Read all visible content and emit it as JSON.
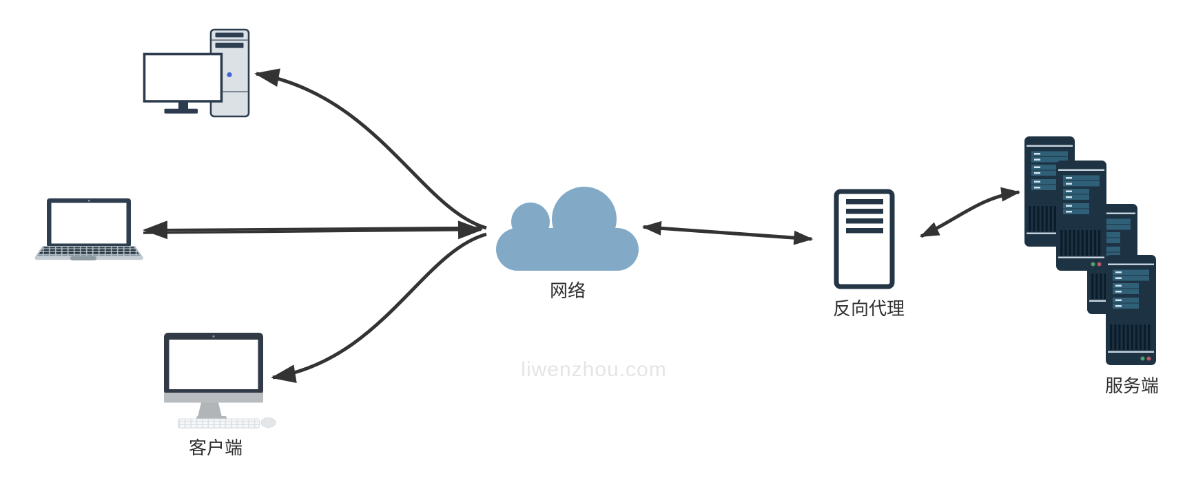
{
  "diagram": {
    "type": "network-architecture",
    "watermark": "liwenzhou.com",
    "labels": {
      "clients": "客户端",
      "network": "网络",
      "reverse_proxy": "反向代理",
      "servers": "服务端"
    },
    "nodes": [
      {
        "id": "clients",
        "label": "客户端",
        "icons": [
          "desktop-pc",
          "laptop",
          "imac-desktop"
        ]
      },
      {
        "id": "network",
        "label": "网络",
        "icon": "cloud"
      },
      {
        "id": "reverse-proxy",
        "label": "反向代理",
        "icon": "server-tower-outline"
      },
      {
        "id": "servers",
        "label": "服务端",
        "icon": "server-rack-stack",
        "server_count": 4
      }
    ],
    "edges": [
      {
        "from": "network",
        "to": "desktop-pc",
        "arrowheads": "single-at-desktop",
        "style": "curved"
      },
      {
        "from": "laptop",
        "to": "network",
        "arrowheads": "both",
        "style": "straight-double-line"
      },
      {
        "from": "network",
        "to": "imac-desktop",
        "arrowheads": "single-at-imac",
        "style": "curved"
      },
      {
        "from": "network",
        "to": "reverse-proxy",
        "arrowheads": "both",
        "style": "straight"
      },
      {
        "from": "reverse-proxy",
        "to": "servers",
        "arrowheads": "both",
        "style": "curved"
      }
    ],
    "colors": {
      "cloud": "#82aac7",
      "arrow": "#333333",
      "device_outline": "#2c3c4e",
      "tower_fill": "#dce1e6",
      "server_body": "#1d3343",
      "server_slot": "#306078",
      "server_vent": "#0a1c2a",
      "led_green": "#53a06c",
      "led_red": "#b85a64",
      "power_led_blue": "#4063d8",
      "label_text": "#2e2e2e",
      "watermark_text": "#e4e4e4"
    }
  }
}
